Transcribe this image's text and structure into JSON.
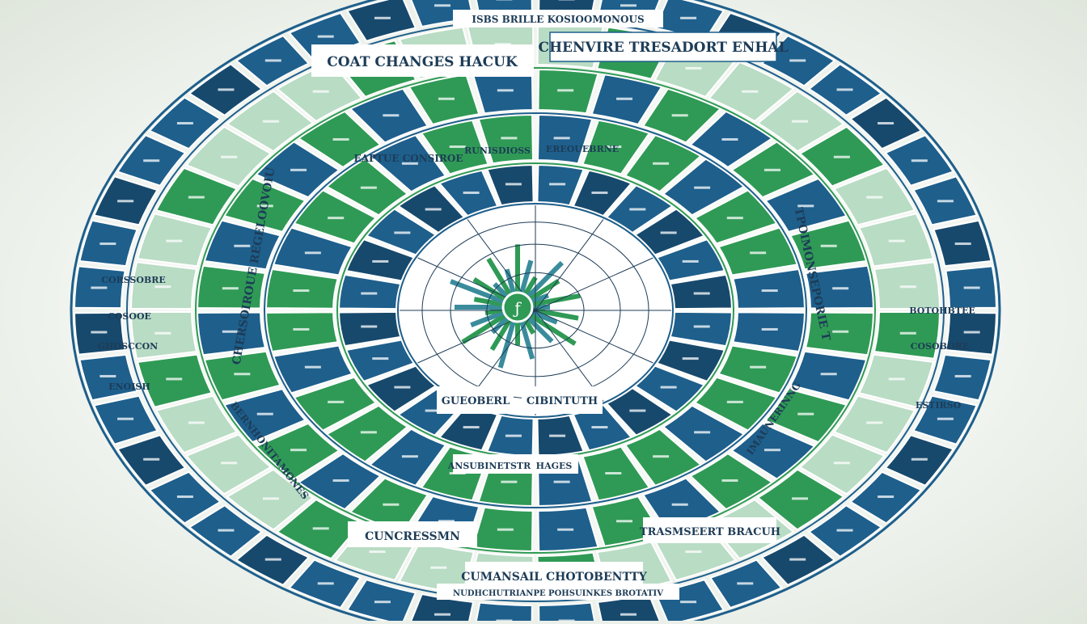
{
  "colors": {
    "navy": "#1e5f8c",
    "navy_dark": "#17496d",
    "green": "#2f9a55",
    "green_light": "#b9dcc4",
    "ink": "#1d3c57",
    "paper": "#ffffff"
  },
  "labels": {
    "top_left_arc": "COAT CHANGES HACUK",
    "top_right_arc": "CHENVIRE TRESADORT ENHAL",
    "top_strip": "ISBS BRILLE KOSIOOMONOUS",
    "inner_top_left": "EAPTUE CONSIROE",
    "inner_top_mid": "RUNISDIOSS",
    "inner_top_right": "EREOUEBRNE",
    "inner_bottom_left": "GUEOBERL",
    "inner_bottom_right": "CIBINTUTH",
    "bottom_inner_left": "ANSUBINETSTR",
    "bottom_inner_right": "HAGES",
    "bottom_mid_left": "CUNCRESSMN",
    "bottom_mid": "CUMANSAIL CHOTOBENTTY",
    "bottom_mid_right": "TRASMSEERT BRACUH",
    "bottom_strip": "NUDHCHUTRIANPE POHSUINKES BROTATIV",
    "right_side": "TPOIMONSEPORIE T",
    "right_lower": "IMAUNERINNG",
    "left_side": "CHERSOIROUE REGELOOVOIU",
    "left_lower": "BERNHONITAMONES",
    "outer_left_1": "CORSSOBRE",
    "outer_left_2": "COSOOE",
    "outer_left_3": "GHOSCCON",
    "outer_left_4": "ENOISH",
    "outer_right_1": "BOTOHBTEE",
    "outer_right_2": "COSOBORE",
    "outer_right_3": "ESTIRSO",
    "center_glyph": "ƒ"
  }
}
